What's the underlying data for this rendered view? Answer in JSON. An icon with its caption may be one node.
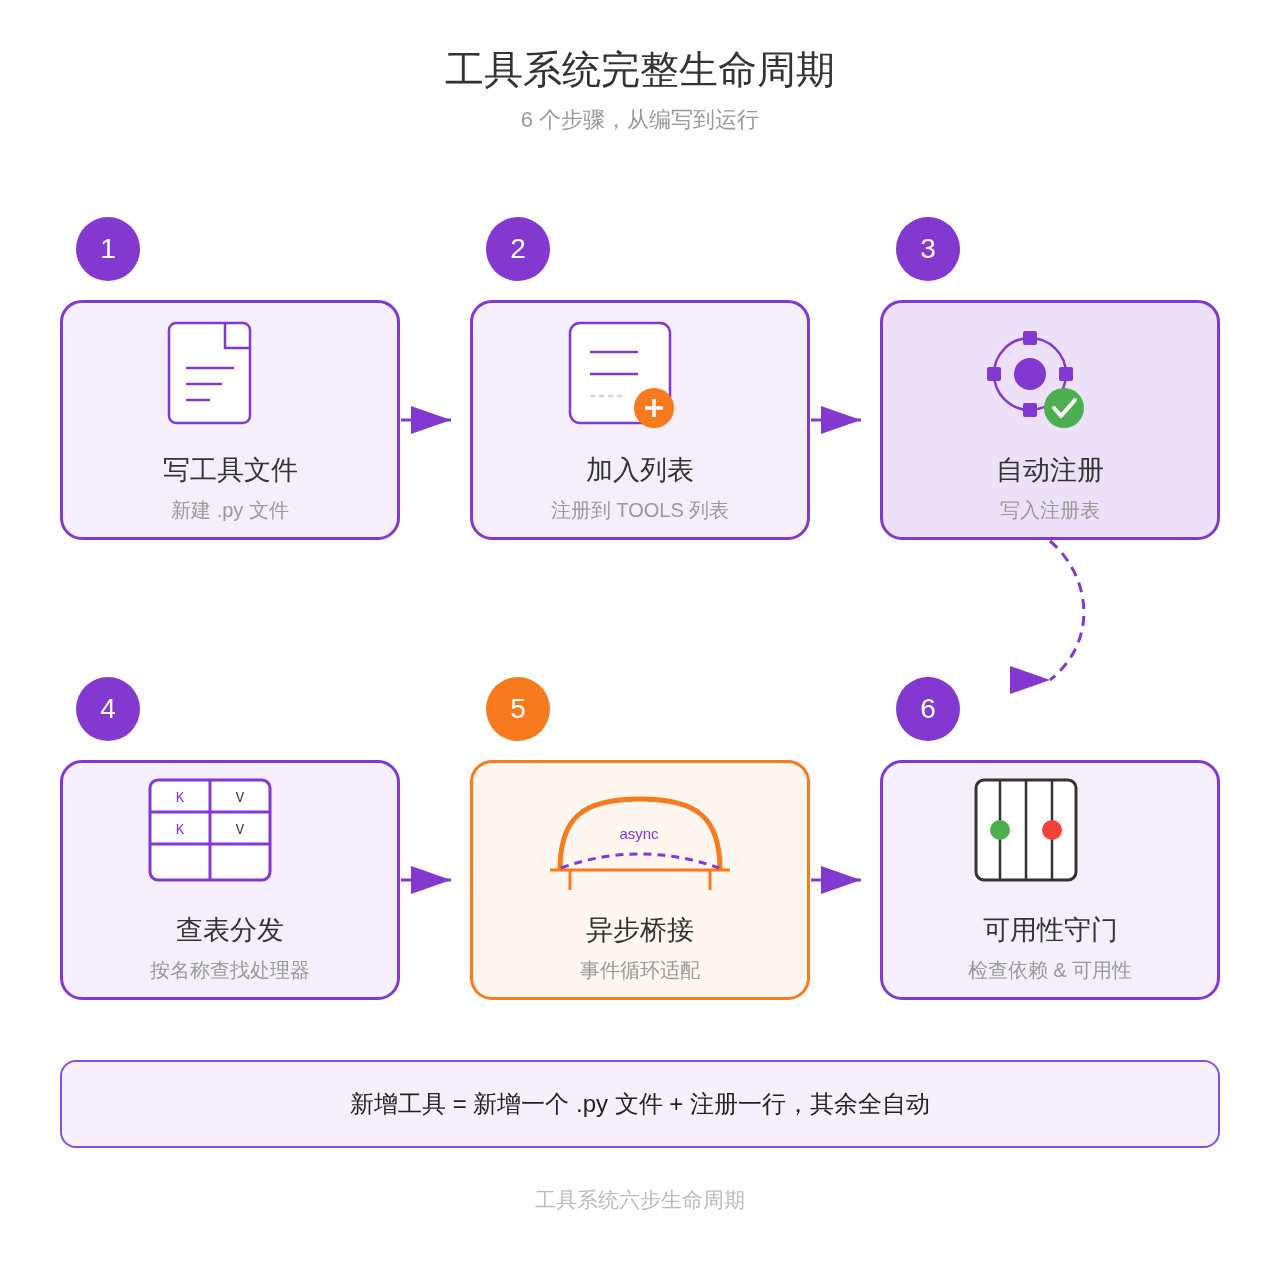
{
  "diagram": {
    "title": "工具系统完整生命周期",
    "caption": "工具系统六步生命周期",
    "nodes": [
      {
        "text": [
          "1"
        ]
      },
      {
        "text": [
          "写工具文件",
          "新建 .py 文件"
        ]
      },
      {
        "text": [
          "2"
        ]
      },
      {
        "text": [
          "加入列表",
          "注册到 TOOLS 列表"
        ]
      },
      {
        "text": [
          "3"
        ]
      },
      {
        "text": [
          "自动注册",
          "写入注册表"
        ]
      },
      {
        "text": [
          "4"
        ]
      },
      {
        "text": [
          "查表分发",
          "按名称查找处理器"
        ]
      },
      {
        "text": [
          "5"
        ]
      },
      {
        "text": [
          "异步桥接",
          "事件循环适配"
        ]
      },
      {
        "text": [
          "6"
        ]
      },
      {
        "text": [
          "可用性守门",
          "检查依赖 & 可用性"
        ]
      },
      {
        "text": [
          "新增工具 = 新增一个 .py 文件 + 注册一行，其余全自动"
        ]
      }
    ],
    "edges": [
      {
        "from": 1,
        "to": 3,
        "arrow": "to"
      },
      {
        "from": 3,
        "to": 5,
        "arrow": "to"
      },
      {
        "from": 5,
        "to": null,
        "arrow": "to",
        "style": "dashed"
      },
      {
        "from": 7,
        "to": 9,
        "arrow": "to"
      },
      {
        "from": 9,
        "to": 11,
        "arrow": "to"
      }
    ],
    "labels": [
      "6 个步骤，从编写到运行",
      "K",
      "V",
      "K",
      "V",
      "async"
    ]
  }
}
